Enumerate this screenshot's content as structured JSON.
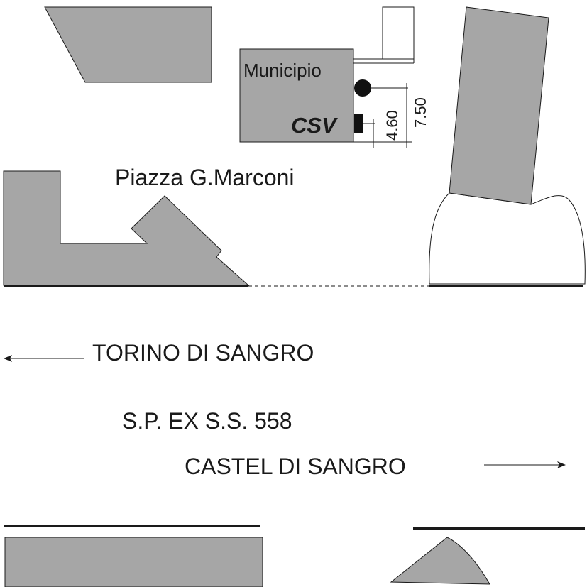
{
  "labels": {
    "municipio": "Municipio",
    "csv": "CSV",
    "piazza": "Piazza G.Marconi",
    "dim_short": "4.60",
    "dim_long": "7.50",
    "direction_west": "TORINO DI SANGRO",
    "road": "S.P. EX S.S. 558",
    "direction_east": "CASTEL DI SANGRO"
  },
  "colors": {
    "building": "#a6a6a6",
    "line": "#1a1a1a"
  },
  "icons": {
    "arrow_west": "arrow-left-icon",
    "arrow_east": "arrow-right-icon",
    "marker_circle": "circle-marker-icon",
    "marker_square": "square-marker-icon"
  }
}
